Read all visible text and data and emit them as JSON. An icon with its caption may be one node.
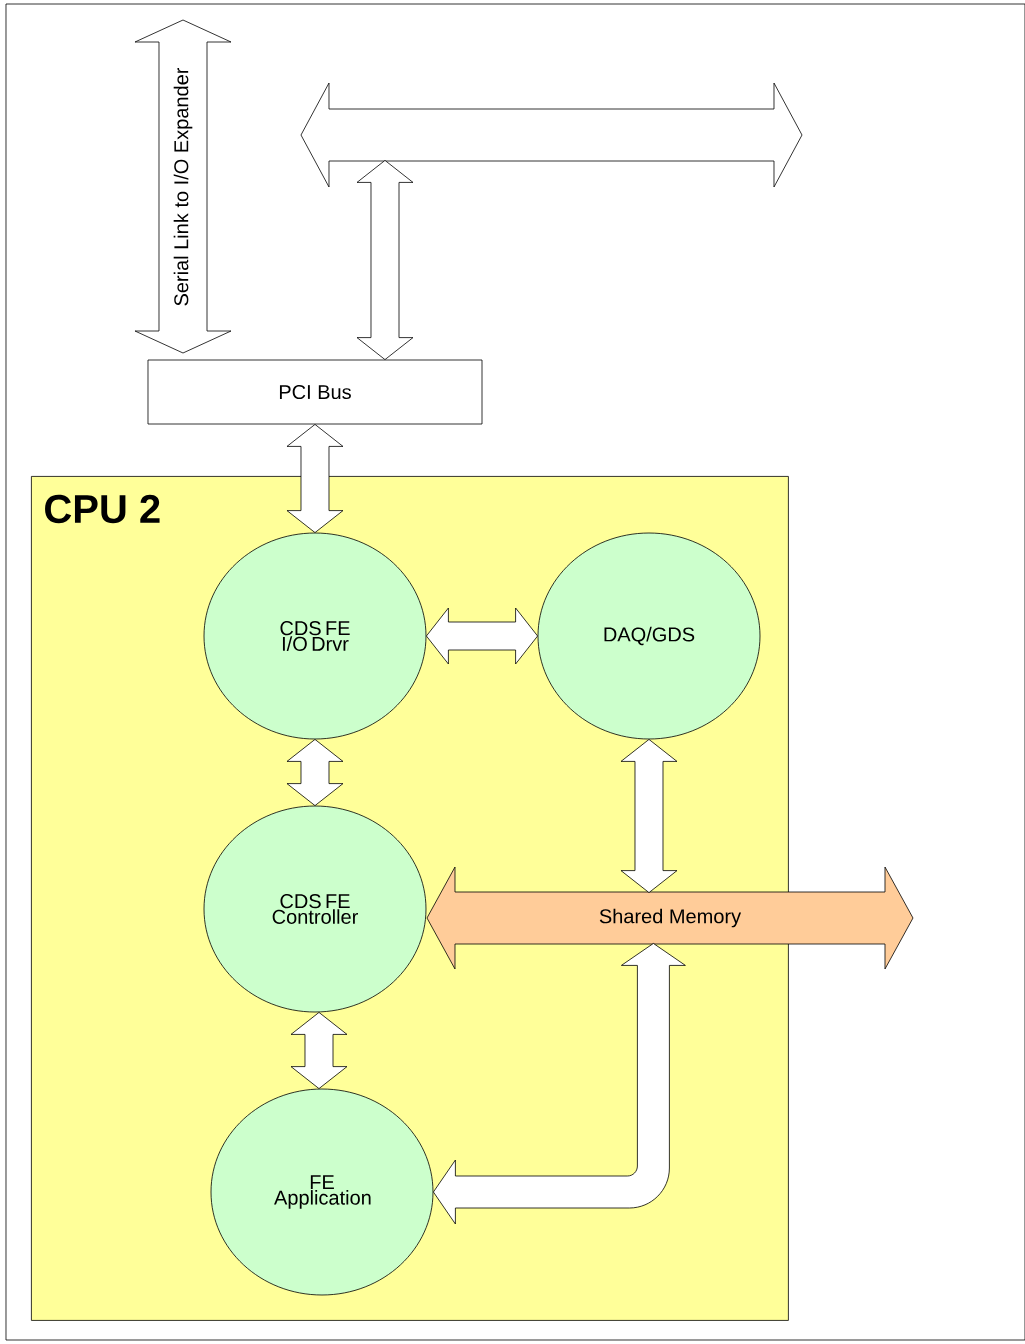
{
  "diagram": {
    "nodes": [
      {
        "text": [
          "Serial Link to I/O Expander"
        ]
      },
      {
        "text": [],
        "shape": "arrow"
      },
      {
        "text": [
          "PCI Bus"
        ]
      },
      {
        "text": [
          "CPU 2"
        ]
      },
      {
        "text": [
          "CDS FE I/O Drvr"
        ],
        "in": 3
      },
      {
        "text": [
          "DAQ/GDS"
        ],
        "in": 3
      },
      {
        "text": [
          "CDS FE Controller"
        ],
        "in": 3
      },
      {
        "text": [
          "FE Application"
        ],
        "in": 3
      },
      {
        "text": [
          "Shared Memory"
        ]
      }
    ],
    "edges": [
      {
        "from": 1,
        "to": 2,
        "arrow": "both"
      },
      {
        "from": 2,
        "to": 4,
        "arrow": "both"
      },
      {
        "from": 4,
        "to": 5,
        "arrow": "both"
      },
      {
        "from": 4,
        "to": 6,
        "arrow": "both"
      },
      {
        "from": 5,
        "to": 8,
        "arrow": "both"
      },
      {
        "from": 6,
        "to": 7,
        "arrow": "both"
      },
      {
        "from": 7,
        "to": 8,
        "arrow": "both"
      }
    ]
  }
}
